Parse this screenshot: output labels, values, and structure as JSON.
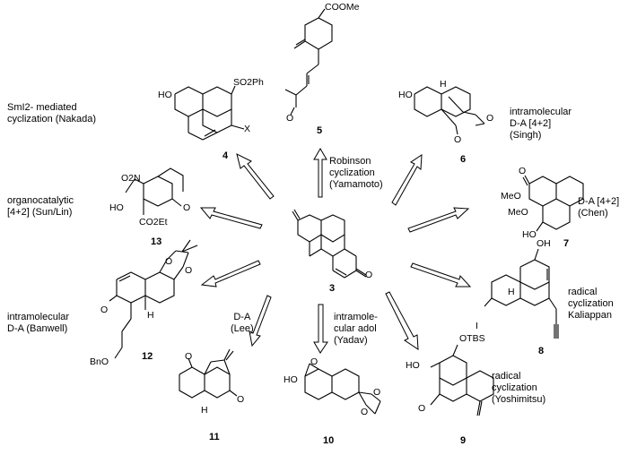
{
  "compounds": [
    {
      "id": "c3",
      "label": "3"
    },
    {
      "id": "c4",
      "label": "4"
    },
    {
      "id": "c5",
      "label": "5"
    },
    {
      "id": "c6",
      "label": "6"
    },
    {
      "id": "c7",
      "label": "7"
    },
    {
      "id": "c8",
      "label": "8"
    },
    {
      "id": "c9",
      "label": "9"
    },
    {
      "id": "c10",
      "label": "10"
    },
    {
      "id": "c11",
      "label": "11"
    },
    {
      "id": "c12",
      "label": "12"
    },
    {
      "id": "c13",
      "label": "13"
    }
  ],
  "annotations": {
    "nakada": [
      "SmI2- mediated",
      "cyclization (Nakada)"
    ],
    "yamamoto": [
      "Robinson",
      "cyclization",
      "(Yamamoto)"
    ],
    "singh": [
      "intramolecular",
      "D-A [4+2]",
      "(Singh)"
    ],
    "chen": [
      "D-A [4+2]",
      "(Chen)"
    ],
    "kaliappan": [
      "radical",
      "cyclization",
      "Kaliappan"
    ],
    "yoshimitsu": [
      "radical",
      "cyclization",
      "(Yoshimitsu)"
    ],
    "yadav": [
      "intramole-",
      "cular adol",
      "(Yadav)"
    ],
    "lee": [
      "D-A",
      "(Lee)"
    ],
    "banwell": [
      "intramolecular",
      "D-A (Banwell)"
    ],
    "sunlin": [
      "organocatalytic",
      "[4+2] (Sun/Lin)"
    ]
  },
  "atoms": {
    "c4_oh": "HO",
    "c4_so2ph": "SO2Ph",
    "c4_x": "X",
    "c5_coome": "COOMe",
    "c5_o": "O",
    "c6_ho": "HO",
    "c6_h": "H",
    "c6_o_epox": "O",
    "c6_o_keto": "O",
    "c7_o": "O",
    "c7_meo1": "MeO",
    "c7_meo2": "MeO",
    "c7_ho": "HO",
    "c8_oh": "OH",
    "c8_h": "H",
    "c8_i": "I",
    "c9_otbs": "OTBS",
    "c9_ho": "HO",
    "c9_o": "O",
    "c10_o": "O",
    "c10_ho": "HO",
    "c10_o1": "O",
    "c10_o2": "O",
    "c11_o1": "O",
    "c11_o2": "O",
    "c11_h": "H",
    "c12_o1": "O",
    "c12_o2": "O",
    "c12_o3": "O",
    "c12_h": "H",
    "c12_bno": "BnO",
    "c13_no2": "O2N",
    "c13_ho": "HO",
    "c13_o": "O",
    "c13_co2et": "CO2Et",
    "c3_o": "O"
  }
}
